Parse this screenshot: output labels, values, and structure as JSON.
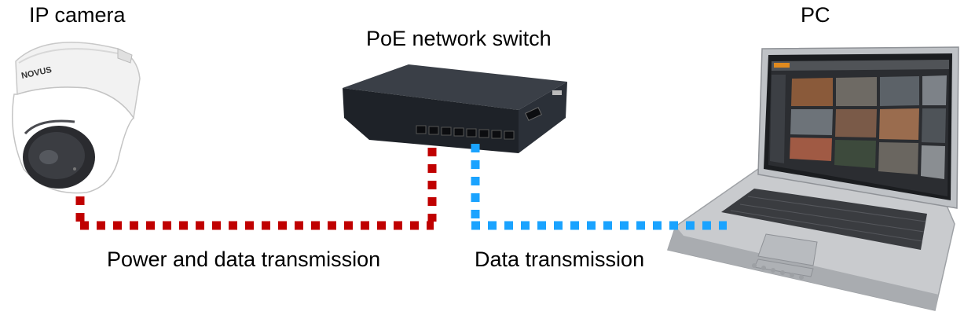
{
  "labels": {
    "camera": "IP camera",
    "switch": "PoE network switch",
    "pc": "PC",
    "power_data": "Power and data transmission",
    "data": "Data transmission"
  },
  "camera_brand": "NOVUS",
  "colors": {
    "power_line": "#c00000",
    "data_line": "#1aa3ff",
    "switch_body": "#1e2228",
    "laptop_body": "#c9cbce"
  },
  "icons": {
    "camera": "dome-camera-icon",
    "switch": "network-switch-icon",
    "pc": "laptop-icon"
  }
}
